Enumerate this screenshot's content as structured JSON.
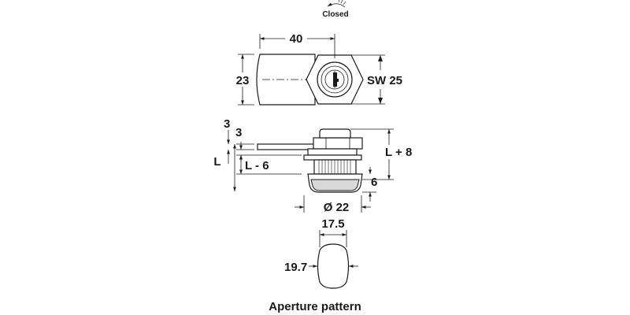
{
  "rotation_indicator": {
    "label": "Closed"
  },
  "top_view": {
    "width_label": "40",
    "height_label": "23",
    "hex_label": "SW 25"
  },
  "side_view": {
    "cam_thickness_upper_label": "3",
    "cam_thickness_lower_label": "3",
    "overall_length_label": "L",
    "body_length_label": "L - 6",
    "upper_length_label": "L + 8",
    "head_height_label": "6",
    "head_diameter_label": "Ø 22"
  },
  "aperture_view": {
    "width_label": "17.5",
    "height_label": "19.7",
    "caption": "Aperture pattern"
  },
  "colors": {
    "line": "#1a1a1a",
    "shade": "#d8d8d8",
    "background": "#ffffff"
  }
}
